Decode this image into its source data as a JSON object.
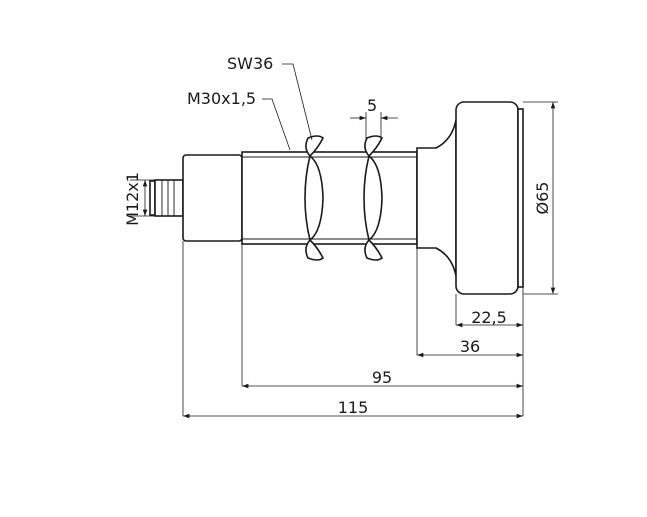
{
  "drawing": {
    "labels": {
      "wrench_size": "SW36",
      "thread_main": "M30x1,5",
      "nut_width": "5",
      "connector_thread": "M12x1",
      "head_diameter": "Ø65",
      "head_length": "22,5",
      "front_length": "36",
      "thread_length": "95",
      "overall_length": "115"
    }
  }
}
